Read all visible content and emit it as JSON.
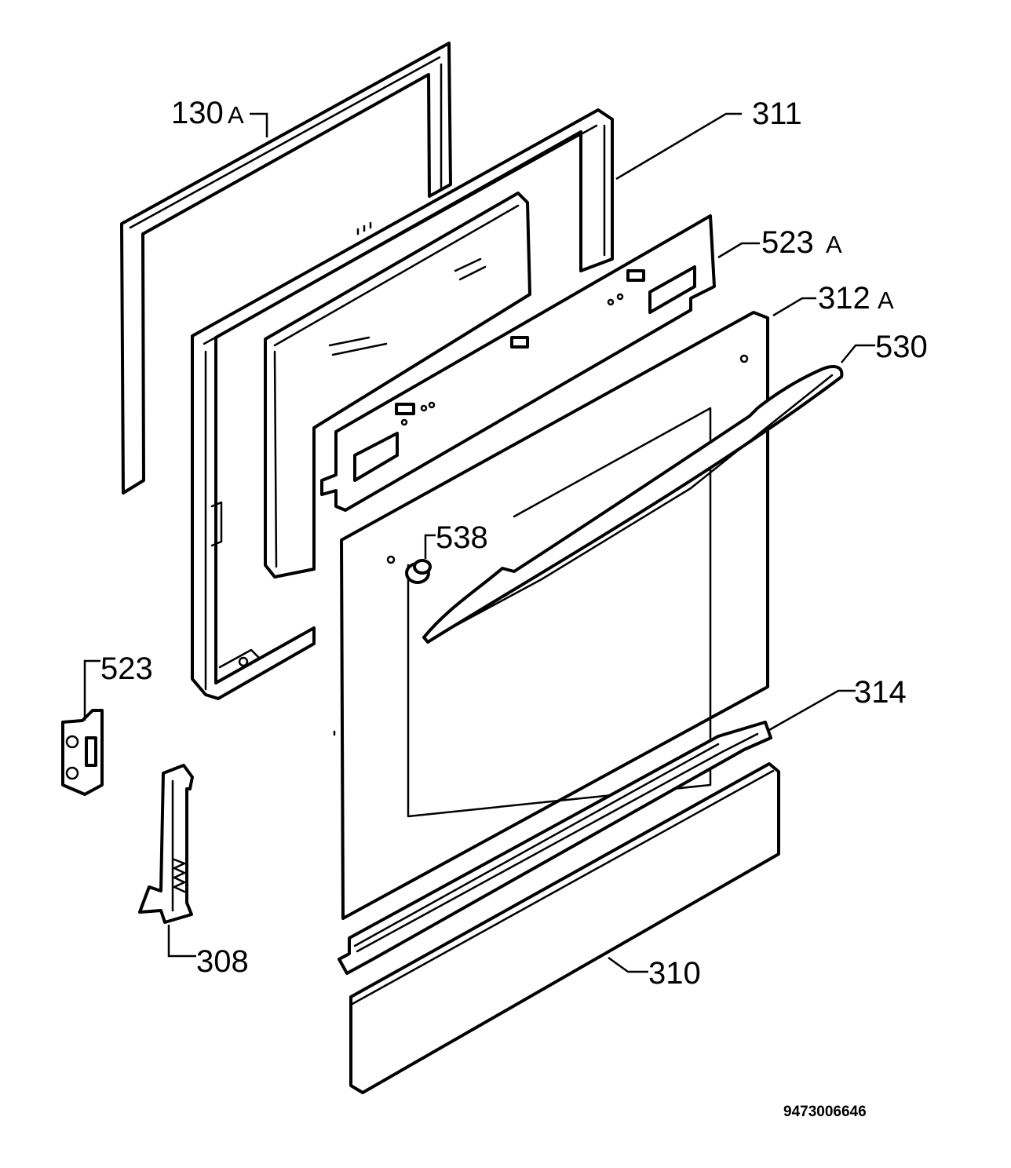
{
  "diagram": {
    "callouts": {
      "c130": {
        "num": "130",
        "suffix": "A"
      },
      "c311": {
        "num": "311",
        "suffix": ""
      },
      "c523a": {
        "num": "523",
        "suffix": "A"
      },
      "c312a": {
        "num": "312",
        "suffix": "A"
      },
      "c530": {
        "num": "530",
        "suffix": ""
      },
      "c538": {
        "num": "538",
        "suffix": ""
      },
      "c523": {
        "num": "523",
        "suffix": ""
      },
      "c314": {
        "num": "314",
        "suffix": ""
      },
      "c308": {
        "num": "308",
        "suffix": ""
      },
      "c310": {
        "num": "310",
        "suffix": ""
      }
    },
    "drawing_code": "9473006646"
  }
}
